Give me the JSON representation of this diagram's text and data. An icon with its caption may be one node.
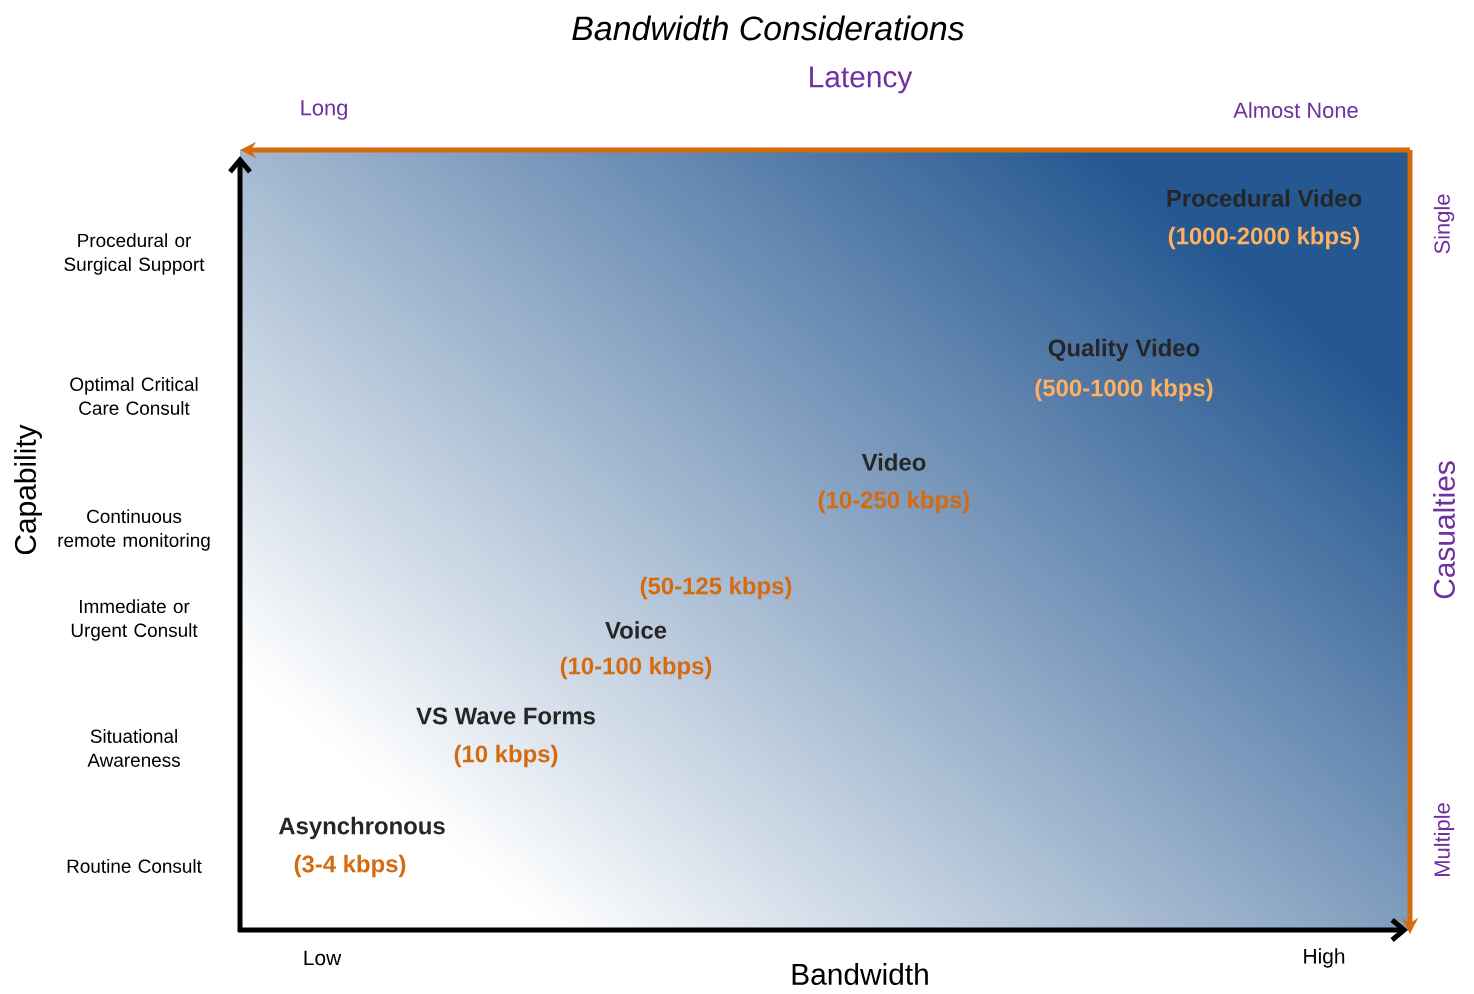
{
  "diagram": {
    "title": "Bandwidth Considerations",
    "labels": [
      "Latency",
      "Long",
      "Almost None",
      "Procedural or Surgical Support",
      "Procedural Video",
      "(1000-2000 kbps)",
      "Single",
      "Optimal Critical Care Consult",
      "Quality Video",
      "(500-1000 kbps)",
      "Capability",
      "Continuous remote monitoring",
      "Video",
      "(10-250 kbps)",
      "Casualties",
      "(50-125 kbps)",
      "Immediate or Urgent Consult",
      "Voice",
      "(10-100 kbps)",
      "Situational Awareness",
      "VS Wave Forms",
      "(10 kbps)",
      "Routine Consult",
      "Asynchronous",
      "(3-4 kbps)",
      "Multiple",
      "Low",
      "High",
      "Bandwidth"
    ]
  }
}
